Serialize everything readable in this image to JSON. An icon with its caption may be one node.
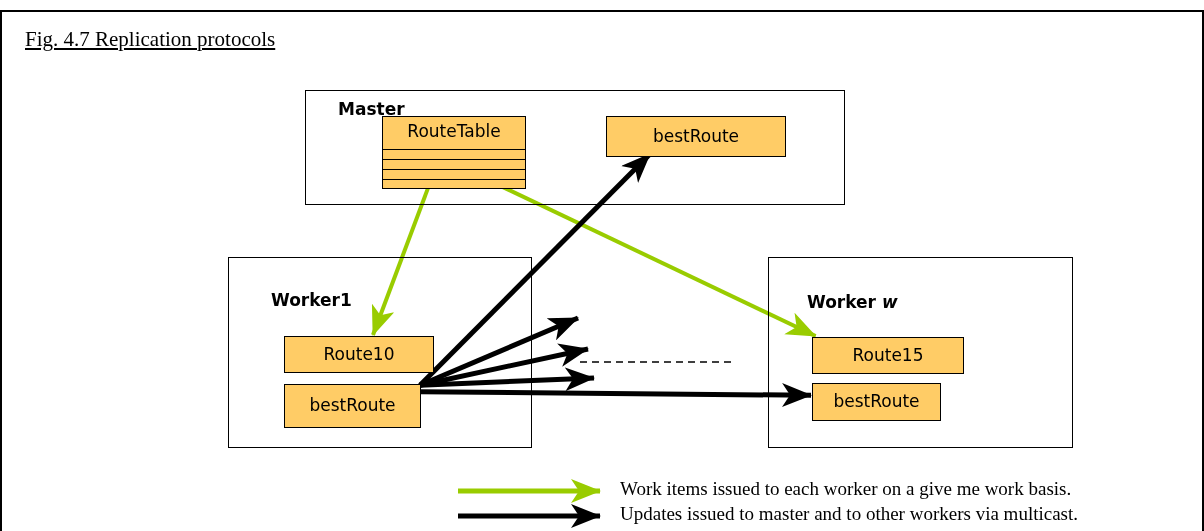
{
  "diagram": {
    "title": "Fig. 4.7   Replication protocols",
    "nodes": [
      {
        "text": [
          "Master"
        ]
      },
      {
        "text": [
          "RouteTable"
        ],
        "in": 0
      },
      {
        "text": [
          "bestRoute"
        ],
        "in": 0
      },
      {
        "text": [
          "Worker1"
        ]
      },
      {
        "text": [
          "Route10"
        ],
        "in": 3
      },
      {
        "text": [
          "bestRoute"
        ],
        "in": 3
      },
      {
        "text": [
          "Worker *w*"
        ]
      },
      {
        "text": [
          "Route15"
        ],
        "in": 6
      },
      {
        "text": [
          "bestRoute"
        ],
        "in": 6
      }
    ],
    "edges": [
      {
        "from": 1,
        "to": 4,
        "arrow": "to",
        "color": "#99cc00"
      },
      {
        "from": 1,
        "to": 7,
        "arrow": "to",
        "color": "#99cc00"
      },
      {
        "from": 5,
        "to": 2,
        "arrow": "to"
      },
      {
        "from": 5,
        "to": null,
        "arrow": "to"
      },
      {
        "from": 5,
        "to": null,
        "arrow": "to"
      },
      {
        "from": 5,
        "to": null,
        "arrow": "to"
      },
      {
        "from": 5,
        "to": 8,
        "arrow": "to"
      }
    ],
    "legend": [
      {
        "text": "Work items issued to each worker  on a give me work basis."
      },
      {
        "text": "Updates issued to master and to other workers via multicast."
      }
    ]
  }
}
